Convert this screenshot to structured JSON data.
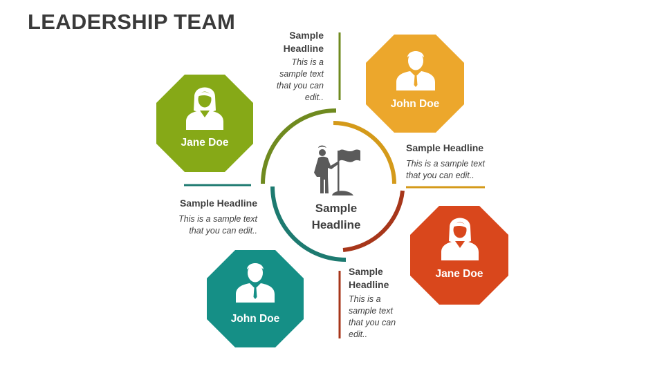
{
  "title": "LEADERSHIP TEAM",
  "colors": {
    "green": "#86a917",
    "yellow": "#eca72c",
    "orange": "#d9471c",
    "teal": "#158f86",
    "arc_olive": "#6f8a1f",
    "arc_gold": "#d49a1a",
    "arc_red": "#a7361a",
    "arc_teal": "#1d7a70",
    "icon_gray": "#5a5a5a"
  },
  "center": {
    "icon": "leader-flag-icon",
    "label_line1": "Sample",
    "label_line2": "Headline"
  },
  "members": [
    {
      "name": "Jane Doe",
      "icon": "female-avatar-icon",
      "color": "green"
    },
    {
      "name": "John Doe",
      "icon": "male-avatar-icon",
      "color": "yellow"
    },
    {
      "name": "Jane Doe",
      "icon": "female-avatar-icon",
      "color": "orange"
    },
    {
      "name": "John Doe",
      "icon": "male-avatar-icon",
      "color": "teal"
    }
  ],
  "callouts": [
    {
      "headline_line1": "Sample",
      "headline_line2": "Headline",
      "text_lines": [
        "This is a",
        "sample text",
        "that you can",
        "edit.."
      ]
    },
    {
      "headline": "Sample Headline",
      "text_lines": [
        "This is a sample text",
        "that you can edit.."
      ]
    },
    {
      "headline_line1": "Sample",
      "headline_line2": "Headline",
      "text_lines": [
        "This is a",
        "sample text",
        "that you can",
        "edit.."
      ]
    },
    {
      "headline": "Sample Headline",
      "text_lines": [
        "This is a sample text",
        "that you can edit.."
      ]
    }
  ]
}
